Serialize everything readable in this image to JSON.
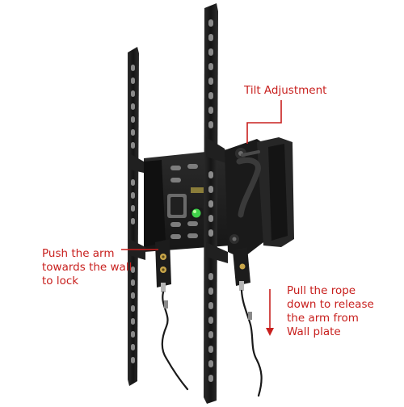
{
  "labels": {
    "tilt": "Tilt Adjustment",
    "push": [
      "Push the arm",
      "towards the wall",
      "to lock"
    ],
    "pull": [
      "Pull the rope",
      "down to release",
      "the arm from",
      "Wall plate"
    ]
  },
  "colors": {
    "annotation": "#c8201e",
    "metal": "#1c1c1c",
    "metal_highlight": "#3a3a3a",
    "bubble_level": "#3fd14a",
    "background": "#ffffff"
  },
  "icons": {
    "tilt_pointer": "red-leader-line",
    "push_pointer": "red-leader-line",
    "pull_arrow": "red-down-arrow"
  }
}
